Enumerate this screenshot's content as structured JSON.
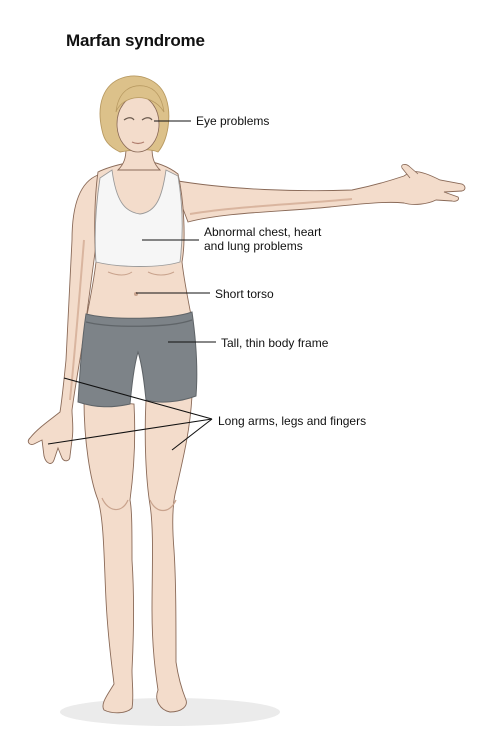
{
  "title": "Marfan syndrome",
  "labels": {
    "eye": "Eye problems",
    "chest_line1": "Abnormal chest, heart",
    "chest_line2": "and lung problems",
    "torso": "Short torso",
    "frame": "Tall, thin body frame",
    "long": "Long arms, legs and fingers"
  },
  "colors": {
    "skin": "#f3dccb",
    "skin_shadow": "#d9b59f",
    "hair": "#dcc18a",
    "hair_shadow": "#b89a62",
    "top": "#f6f6f6",
    "shorts": "#7d8388",
    "shorts_shadow": "#5f6468",
    "outline": "#8a6a58",
    "leader": "#111111"
  }
}
